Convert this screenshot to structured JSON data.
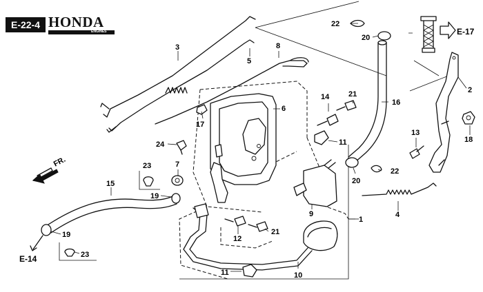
{
  "header": {
    "code": "E-22-4",
    "brand": "HONDA",
    "sub": "ENGINES"
  },
  "refs": {
    "e17": "E-17",
    "e14": "E-14",
    "fr": "FR."
  },
  "callouts": [
    {
      "id": "c1",
      "label": "1"
    },
    {
      "id": "c2",
      "label": "2"
    },
    {
      "id": "c3",
      "label": "3"
    },
    {
      "id": "c4",
      "label": "4"
    },
    {
      "id": "c5",
      "label": "5"
    },
    {
      "id": "c6",
      "label": "6"
    },
    {
      "id": "c7",
      "label": "7"
    },
    {
      "id": "c8",
      "label": "8"
    },
    {
      "id": "c9",
      "label": "9"
    },
    {
      "id": "c10",
      "label": "10"
    },
    {
      "id": "c11a",
      "label": "11"
    },
    {
      "id": "c11b",
      "label": "11"
    },
    {
      "id": "c12",
      "label": "12"
    },
    {
      "id": "c13",
      "label": "13"
    },
    {
      "id": "c14",
      "label": "14"
    },
    {
      "id": "c15",
      "label": "15"
    },
    {
      "id": "c16",
      "label": "16"
    },
    {
      "id": "c17",
      "label": "17"
    },
    {
      "id": "c18",
      "label": "18"
    },
    {
      "id": "c19a",
      "label": "19"
    },
    {
      "id": "c19b",
      "label": "19"
    },
    {
      "id": "c20a",
      "label": "20"
    },
    {
      "id": "c20b",
      "label": "20"
    },
    {
      "id": "c21a",
      "label": "21"
    },
    {
      "id": "c21b",
      "label": "21"
    },
    {
      "id": "c22a",
      "label": "22"
    },
    {
      "id": "c22b",
      "label": "22"
    },
    {
      "id": "c23a",
      "label": "23"
    },
    {
      "id": "c23b",
      "label": "23"
    },
    {
      "id": "c24",
      "label": "24"
    }
  ]
}
